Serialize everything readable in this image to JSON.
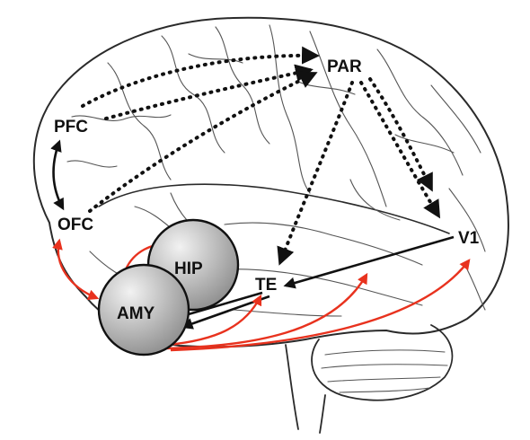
{
  "diagram": {
    "regions": {
      "pfc": "PFC",
      "ofc": "OFC",
      "par": "PAR",
      "te": "TE",
      "v1": "V1",
      "hip": "HIP",
      "amy": "AMY"
    },
    "colors": {
      "red_connection": "#e8321e",
      "black_connection": "#111111",
      "node_fill_light": "#f2f2f2",
      "node_fill_dark": "#8f8f8f"
    }
  }
}
